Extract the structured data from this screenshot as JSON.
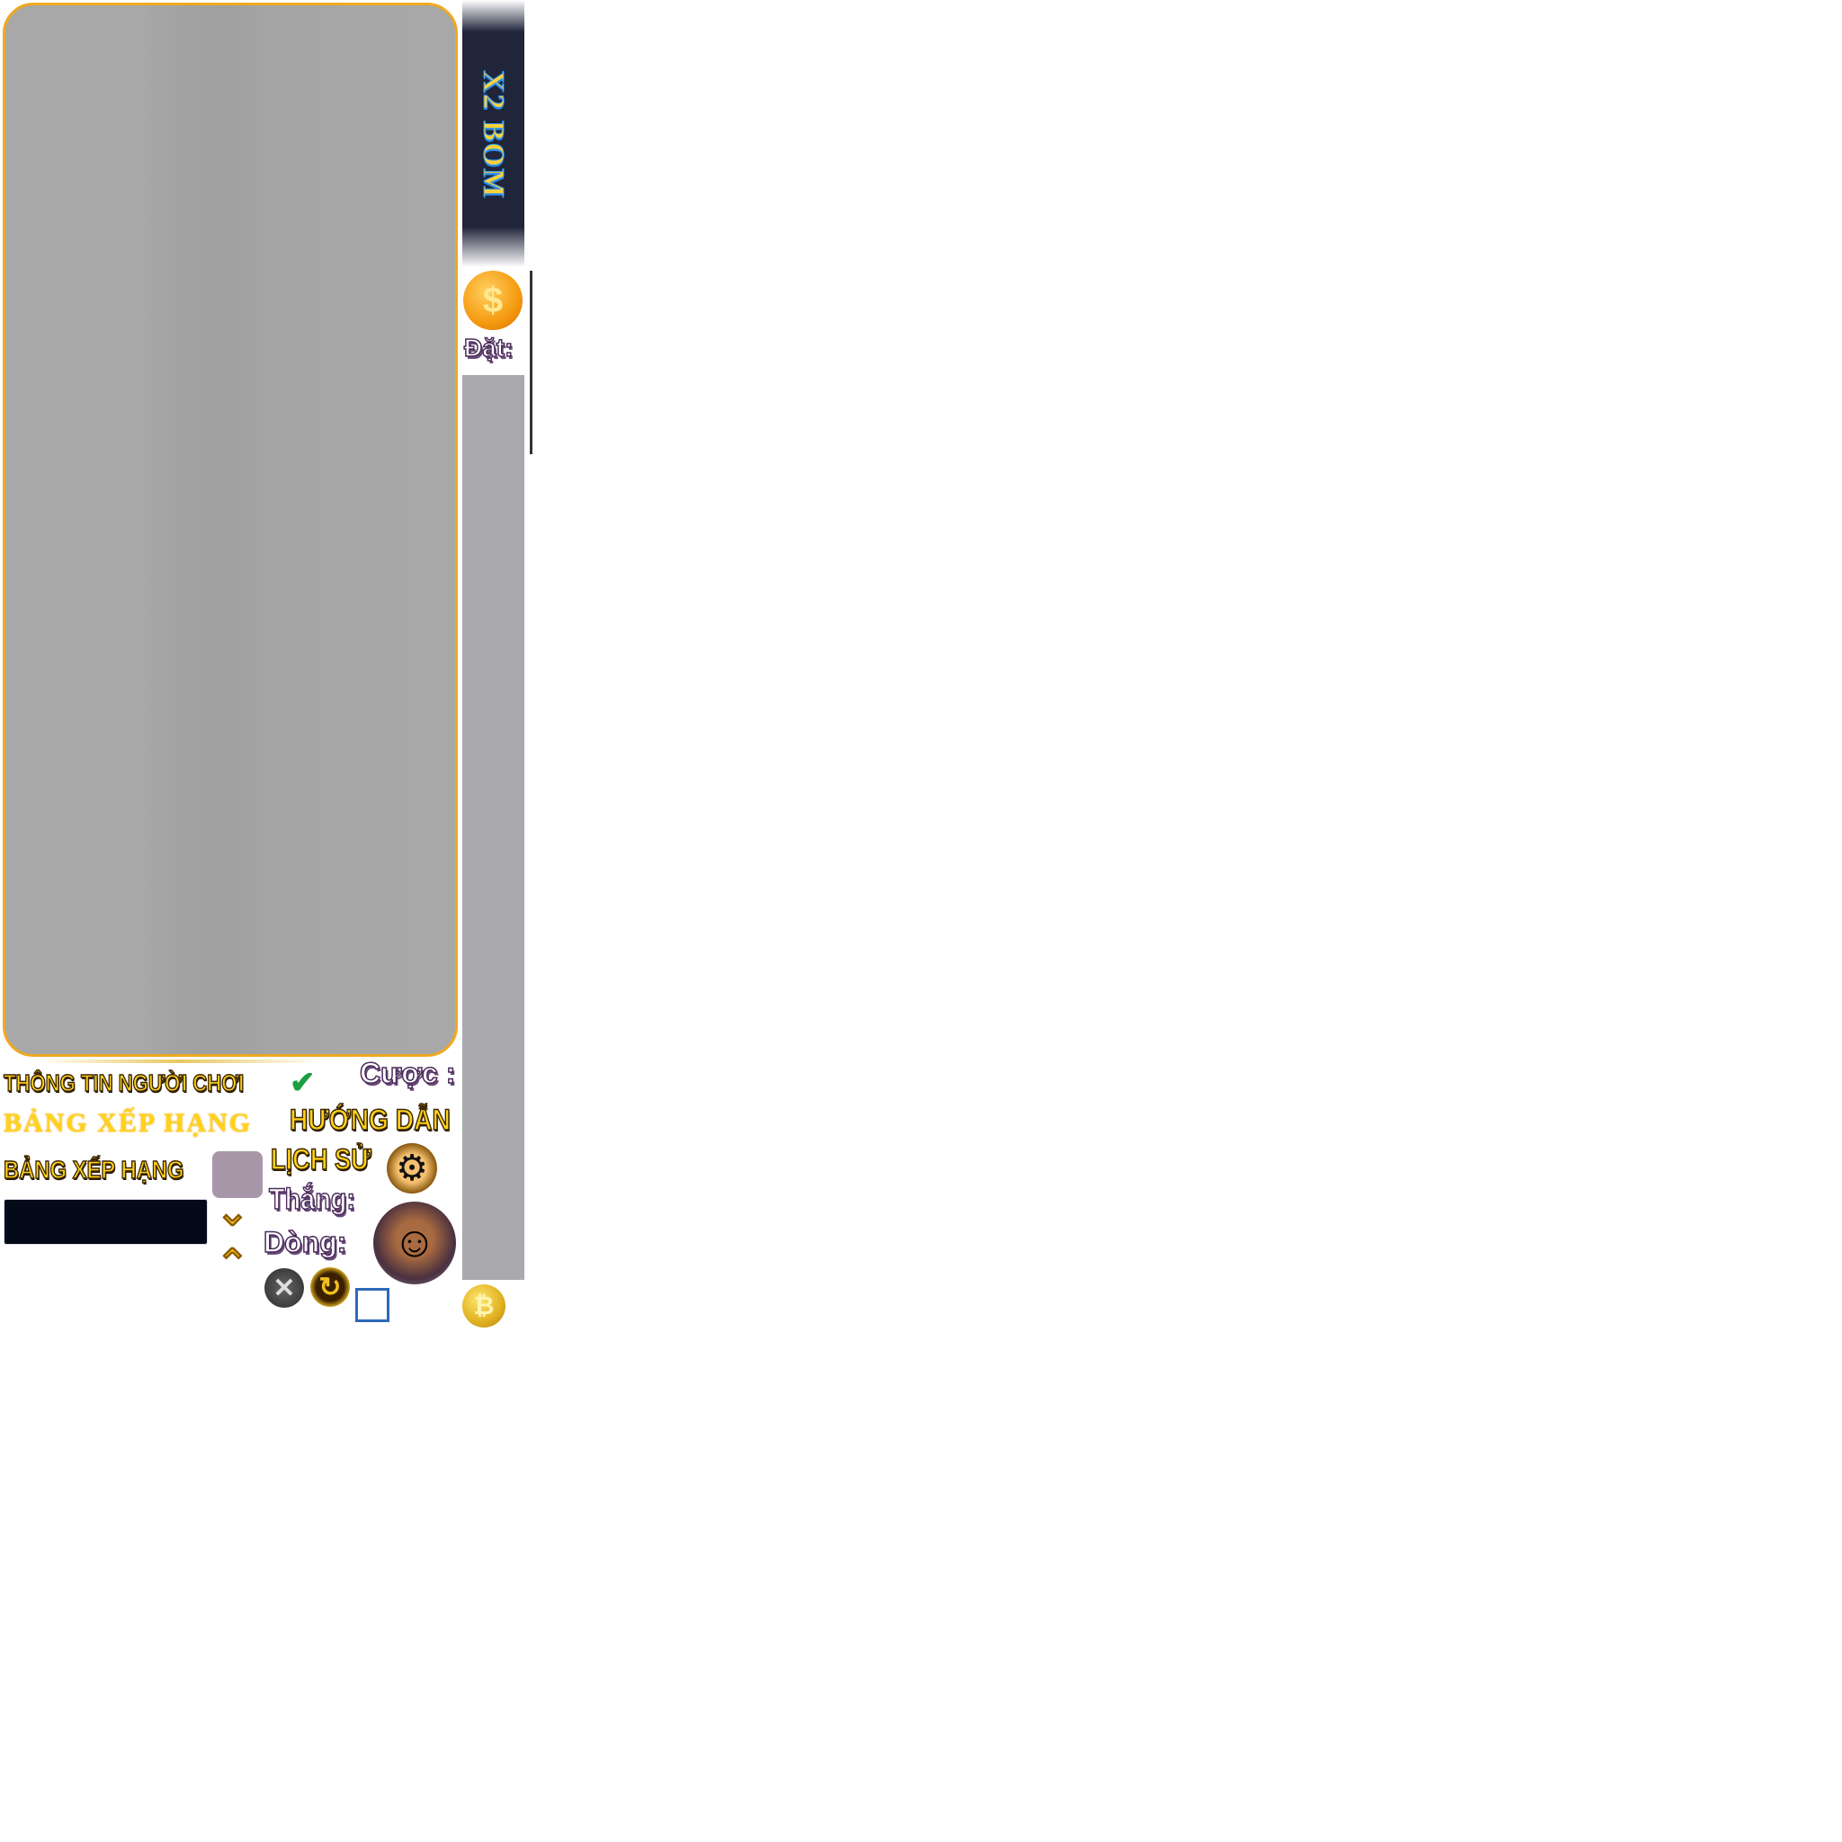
{
  "game_panel": {
    "border_color": "#f0a820",
    "fill_color": "#a8a8a8"
  },
  "banner": {
    "text": "X2 BOM"
  },
  "bet_coin": {
    "icon": "dollar-coin-icon",
    "symbol": "$"
  },
  "labels": {
    "dat": "Đặt:",
    "cuoc": "Cược :",
    "thang": "Thắng:",
    "dong": "Dòng:"
  },
  "buttons": {
    "player_info": "THÔNG TIN NGƯỜI CHƠI",
    "leaderboard_serif": "BẢNG XẾP HẠNG",
    "guide": "HƯỚNG DẪN",
    "leaderboard": "BẢNG XẾP HẠNG",
    "history": "LỊCH SỬ"
  },
  "icons": {
    "check": "✔",
    "gear": "⚙",
    "chevron_down": "⌄",
    "chevron_up": "⌃",
    "close": "✕",
    "refresh": "↻",
    "bitcoin": "₿",
    "avatar": "☺"
  },
  "colors": {
    "accent_gold": "#ffd21a",
    "checkbox_blue": "#2e6ab8",
    "check_green": "#1aa040"
  }
}
